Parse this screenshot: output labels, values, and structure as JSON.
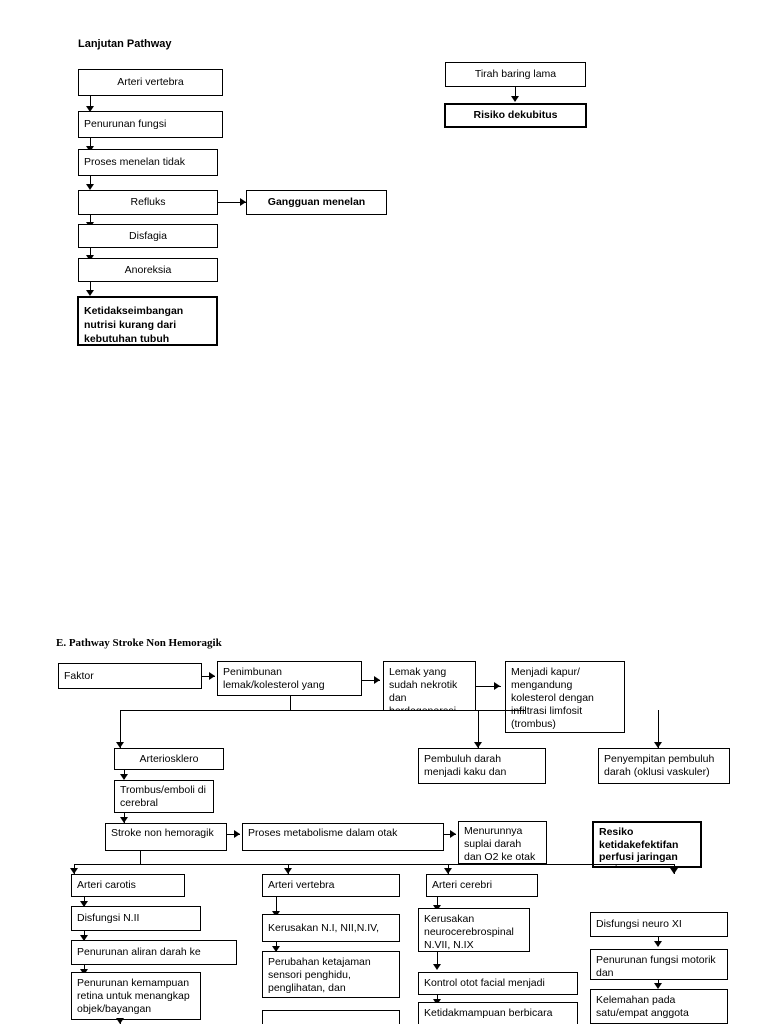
{
  "headings": {
    "top": "Lanjutan Pathway",
    "bottom": "E. Pathway Stroke Non Hemoragik"
  },
  "top_chart": {
    "left_column": [
      "Arteri  vertebra",
      "Penurunan fungsi",
      "Proses menelan tidak",
      "Refluks",
      "Disfagia",
      "Anoreksia",
      "Ketidakseimbangan nutrisi kurang dari kebutuhan tubuh"
    ],
    "side_box": "Gangguan menelan",
    "right_column": [
      "Tirah baring lama",
      "Risiko dekubitus"
    ]
  },
  "bottom_chart": {
    "row1": [
      "Faktor",
      "Penimbunan lemak/kolesterol yang",
      "Lemak yang sudah nekrotik dan berdegenerasi",
      "Menjadi kapur/ mengandung kolesterol dengan infiltrasi limfosit (trombus)"
    ],
    "row2": [
      "Arteriosklero",
      "Pembuluh darah menjadi kaku dan",
      "Penyempitan pembuluh darah (oklusi vaskuler)"
    ],
    "row3": [
      "Trombus/emboli di cerebral"
    ],
    "row4": [
      "Stroke non hemoragik",
      "Proses metabolisme dalam otak",
      "Menurunnya suplai darah dan O2 ke otak",
      "Resiko ketidakefektifan perfusi jaringan otak"
    ],
    "row5": [
      "Arteri carotis",
      "Arteri  vertebra",
      "Arteri  cerebri",
      "Disfungsi neuro XI"
    ],
    "row6": [
      "Disfungsi N.II",
      "Kerusakan N.I, NII,N.IV,",
      "Kerusakan neurocerebrospinal N.VII, N.IX",
      "Penurunan fungsi motorik dan"
    ],
    "row7": [
      "Penurunan aliran darah ke",
      "Perubahan ketajaman sensori penghidu, penglihatan, dan pengecap",
      "Kontrol otot facial menjadi",
      "Kelemahan pada satu/empat anggota"
    ],
    "row8": [
      "Penurunan kemampuan retina untuk menangkap objek/bayangan",
      "Ketidakmampuan berbicara"
    ]
  }
}
